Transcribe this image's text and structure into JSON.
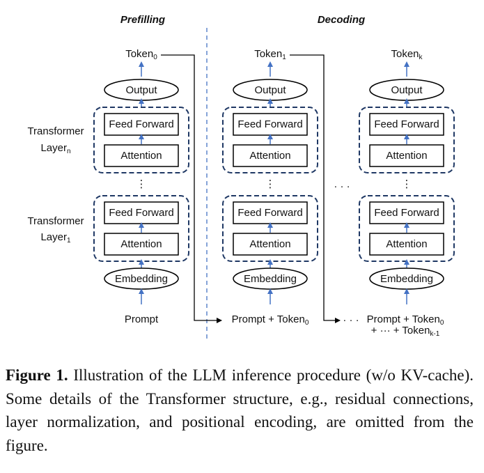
{
  "headers": {
    "prefilling": "Prefilling",
    "decoding": "Decoding"
  },
  "columns": [
    {
      "token_base": "Token",
      "token_sub": "0",
      "input_base": "Prompt",
      "input_sub": "",
      "input_line2_base": "",
      "input_line2_sub": ""
    },
    {
      "token_base": "Token",
      "token_sub": "1",
      "input_base": "Prompt + Token",
      "input_sub": "0",
      "input_line2_base": "",
      "input_line2_sub": ""
    },
    {
      "token_base": "Token",
      "token_sub": "k",
      "input_base": "Prompt + Token",
      "input_sub": "0",
      "input_line2_base": "+ ··· + Token",
      "input_line2_sub": "k-1"
    }
  ],
  "blocks": {
    "output": "Output",
    "feed_forward": "Feed Forward",
    "attention": "Attention",
    "embedding": "Embedding"
  },
  "side_labels": {
    "layer_n": {
      "line1": "Transformer",
      "base": "Layer",
      "sub": "n"
    },
    "layer_1": {
      "line1": "Transformer",
      "base": "Layer",
      "sub": "1"
    }
  },
  "ellipsis_v": "⋮",
  "ellipsis_h": "· · ·",
  "ellipsis_bottom": "· · ·",
  "caption": {
    "label": "Figure 1.",
    "text": "Illustration of the LLM inference procedure (w/o KV-cache). Some details of the Transformer structure, e.g., residual connections, layer normalization, and positional encoding, are omitted from the figure."
  },
  "colors": {
    "arrow": "#4472c4",
    "dashed_box": "#1f3864",
    "divider": "#4472c4",
    "line": "#000000"
  }
}
